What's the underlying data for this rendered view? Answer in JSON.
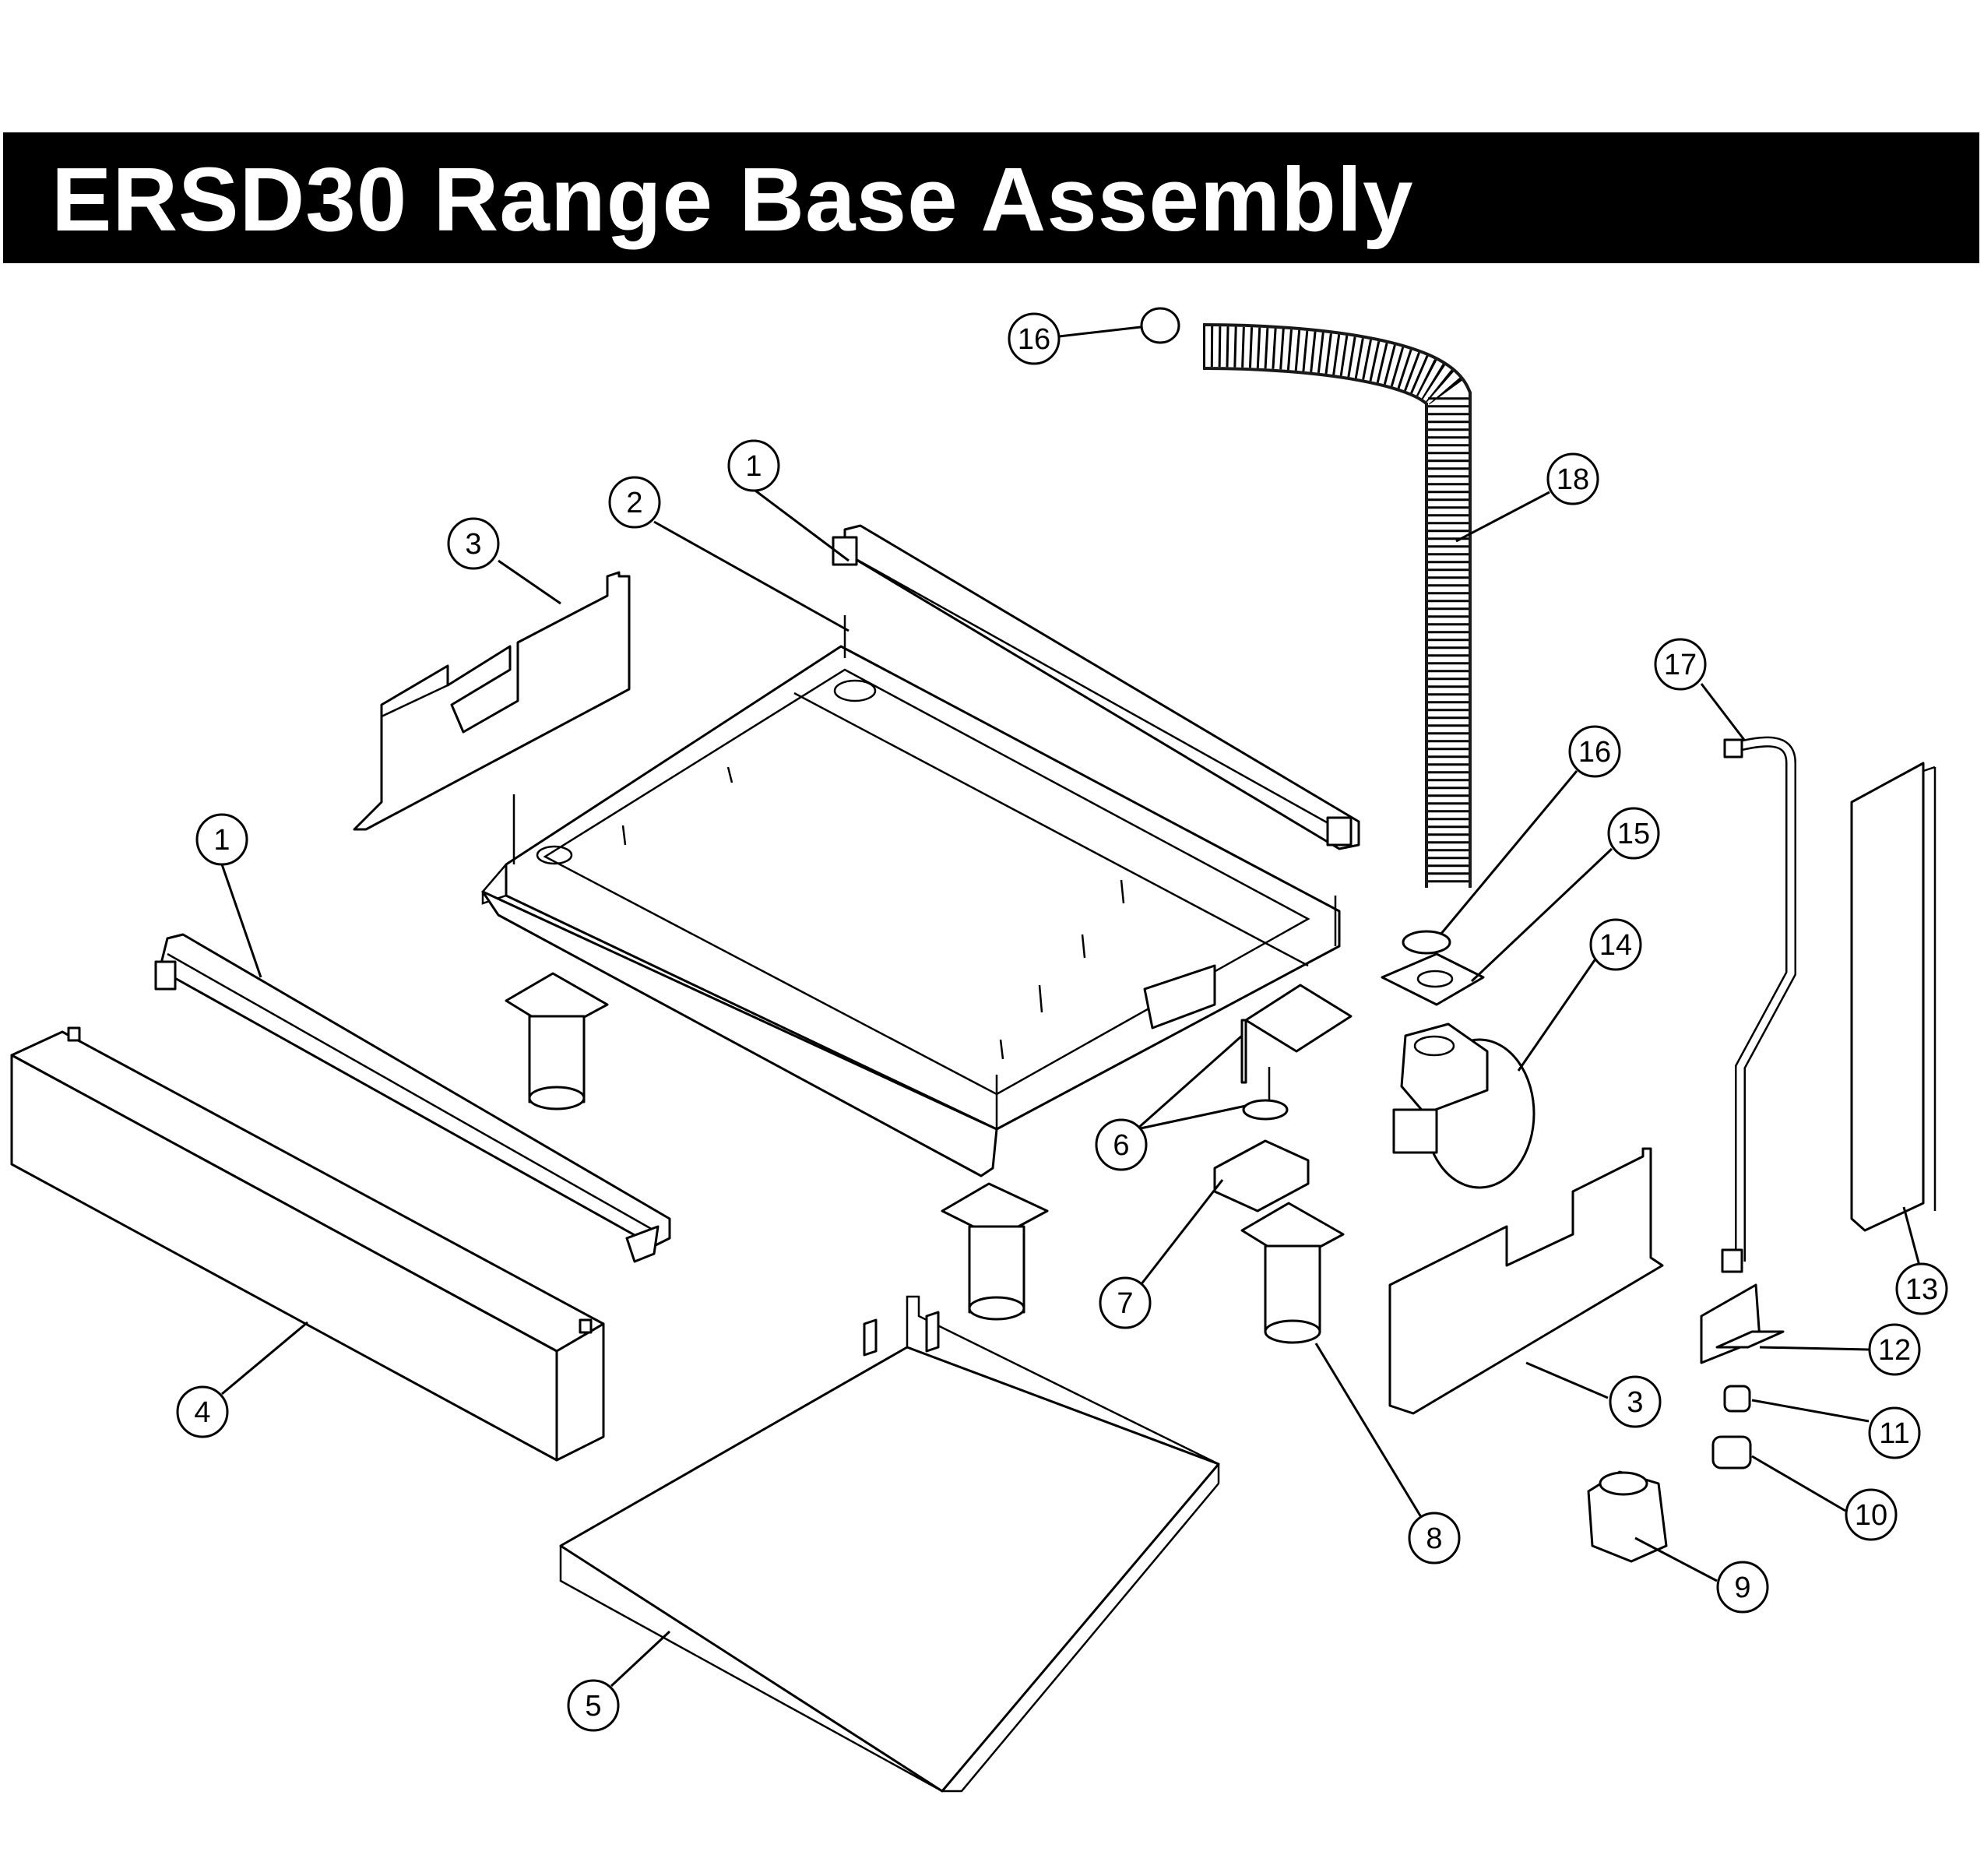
{
  "title": "ERSD30 Range Base Assembly",
  "colors": {
    "title_bar": "#000000",
    "title_text": "#ffffff",
    "line": "#000000",
    "background": "#ffffff"
  },
  "callouts": [
    {
      "id": "c1a",
      "label": "1"
    },
    {
      "id": "c1b",
      "label": "1"
    },
    {
      "id": "c2",
      "label": "2"
    },
    {
      "id": "c3a",
      "label": "3"
    },
    {
      "id": "c3b",
      "label": "3"
    },
    {
      "id": "c4",
      "label": "4"
    },
    {
      "id": "c5",
      "label": "5"
    },
    {
      "id": "c6",
      "label": "6"
    },
    {
      "id": "c7",
      "label": "7"
    },
    {
      "id": "c8",
      "label": "8"
    },
    {
      "id": "c9",
      "label": "9"
    },
    {
      "id": "c10",
      "label": "10"
    },
    {
      "id": "c11",
      "label": "11"
    },
    {
      "id": "c12",
      "label": "12"
    },
    {
      "id": "c13",
      "label": "13"
    },
    {
      "id": "c14",
      "label": "14"
    },
    {
      "id": "c15",
      "label": "15"
    },
    {
      "id": "c16a",
      "label": "16"
    },
    {
      "id": "c16b",
      "label": "16"
    },
    {
      "id": "c17",
      "label": "17"
    },
    {
      "id": "c18",
      "label": "18"
    }
  ]
}
